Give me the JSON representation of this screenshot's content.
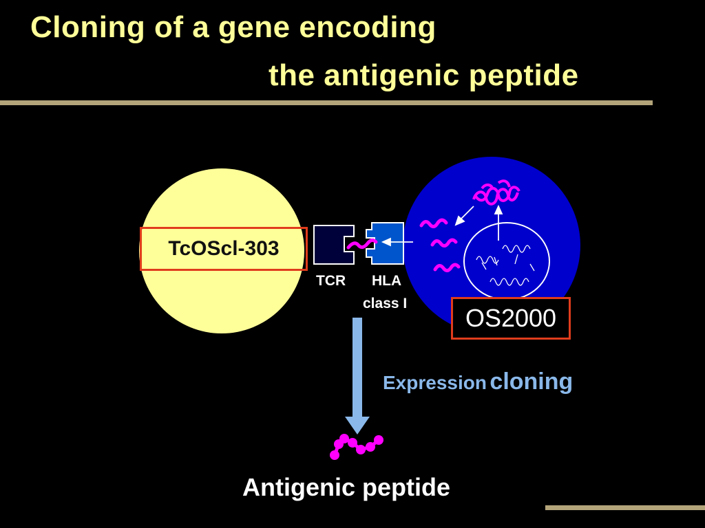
{
  "title": {
    "line1": "Cloning of a gene encoding",
    "line2": "the antigenic peptide"
  },
  "diagram": {
    "t_cell_label": "TcOScl-303",
    "tcr_label": "TCR",
    "hla_label": "HLA",
    "hla_class_label": "class I",
    "tumor_label": "OS2000",
    "method_word1": "Expression",
    "method_word2": "cloning",
    "result_label": "Antigenic peptide"
  },
  "colors": {
    "background": "#000000",
    "title": "#ffff99",
    "t_cell": "#ffff99",
    "tumor_cell": "#0000cc",
    "tcr": "#00003a",
    "hla": "#0055cc",
    "peptide": "#ff00ff",
    "highlight_box": "#e03c1c",
    "arrow": "#8ab8ea",
    "divider": "#b3a47a"
  }
}
